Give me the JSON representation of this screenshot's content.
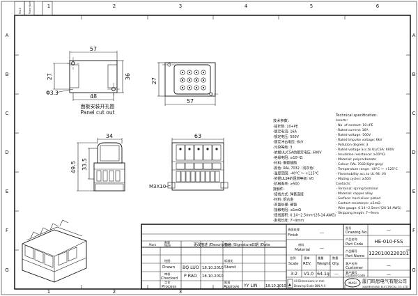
{
  "frame": {
    "grid_cols": [
      "1",
      "2",
      "3",
      "4",
      "5",
      "6"
    ],
    "grid_rows": [
      "A",
      "B",
      "C",
      "D",
      "E",
      "F",
      "G"
    ],
    "corner_tab_1": "Mark",
    "corner_tab_2": "Place Num"
  },
  "panel_cutout": {
    "dim_width": "57",
    "dim_height": "36",
    "dim_inner_height": "27",
    "dim_inner_width": "48",
    "dim_hole": "Φ3.3",
    "caption_cn": "面板安装开孔图",
    "caption_en": "Panel cut out"
  },
  "front_view": {
    "dim_width": "57",
    "dim_depth": "27"
  },
  "side_view": {
    "dim_width": "34",
    "dim_height_a": "33.5",
    "dim_height_b": "49.5"
  },
  "rear_view": {
    "dim_width": "63",
    "dim_screw": "M3X10"
  },
  "spec_cn": {
    "heading": "技术参数：",
    "lines": [
      "·插针数: 10+PE",
      "·额定电流: 16A",
      "·额定电压: 500V",
      "·额定冲击电压: 6kV",
      "·污染等级: 3",
      "·依据UL/CSA的额定电压: 600V",
      "·绝缘电阻: ≥10¹⁰Ω",
      "·材料: 聚碳酸酯",
      "·颜色: RAL 7032（浅灰色）",
      "·温度范围: -40°C ～ +125°C",
      "·依据UL94的阻燃等级: V0",
      "·机械寿命: ≥500",
      "接触件：",
      "·接线方式: 弹簧连接",
      "·材料: 铜合金",
      "·表面处理: 硬银",
      "·接触电阻: ≤1mΩ",
      "·接线面积: 0.14~2.5mm²(26-14 AWG)",
      "·剥线长度: 7~9mm"
    ]
  },
  "spec_en": {
    "heading": "Technical specification:",
    "lines": [
      "Inserts:",
      "- No. of contact: 10+PE",
      "- Rated current: 16A",
      "- Rated voltage: 500V",
      "- Rated impulse voltage: 6kV",
      "- Pollution degree: 3",
      "- Rated voltage acc.to UL/CSA: 600V",
      "- Insulation resistance: ≥10¹⁰Ω",
      "- Material: polycarbonate",
      "- Colour: RAL 7032(light grey)",
      "- Temperature range: -40°C ～ +125°C",
      "- Flammability acc.to UL 94: V0",
      "- Mating cycles: ≥500",
      "Contacts:",
      "- Terminal: spring terminal",
      "- Material: copper alloy",
      "- Surface: hard-silver plated",
      "- Contact resistance: ≤1mΩ",
      "- Wire gauge: 0.14~2.5mm²(26-14 AWG)",
      "- Stripping length: 7~9mm"
    ]
  },
  "title_block": {
    "mark_label": "Mark",
    "num_label_cn": "数量",
    "num_label": "Num",
    "change_label_cn": "更改描述",
    "change_label": "/Description",
    "sign_label_cn": "签名",
    "sign_label": "/Signature",
    "date_label_cn": "日期",
    "date_label": "/Date",
    "drawn_cn": "绘图",
    "drawn": "Drawn",
    "drawn_name": "BQ  LUO",
    "drawn_date": "18.10.2010",
    "checked_cn": "审核",
    "checked": "Checked",
    "checked_name": "P  RAO",
    "checked_date": "18.10.2010",
    "process_cn": "工艺",
    "process": "Process",
    "stand_cn": "标准化",
    "stand": "Stand",
    "approve_cn": "批准",
    "approve": "Approve",
    "approve_name": "YY  LIN",
    "approve_date": "18.10.2010",
    "finish_cn": "表面处理",
    "finish": "Finish",
    "finish_value": "—",
    "material_cn": "材料",
    "material": "Material",
    "material_value": "—",
    "scale_cn": "比例",
    "scale": "Scale",
    "scale_value": "3:2",
    "rev_cn": "版本",
    "rev": "REV.",
    "rev_value": "V1.0",
    "weight_cn": "重量",
    "weight": "Weight",
    "weight_value": "64.1g",
    "qty_cn": "数量",
    "qty": "Qty.",
    "qty_value": "—",
    "drawing_no_cn": "图号",
    "drawing_no": "Drawing No.",
    "drawing_no_value": "—",
    "product_name_cn": "产品名称",
    "part_code": "Part Code",
    "part_code_value": "HE-010-FSS",
    "product_code_cn": "产品编号",
    "part_name": "Part Name",
    "part_name_value": "1220100220201",
    "client_cn": "客户名称",
    "customer": "Customer",
    "customer_value": "—",
    "client_code_cn": "客户编号",
    "client_code": "Custom Code",
    "client_code_value": "—",
    "units_note_1": "All Dimensions in mm",
    "units_note_2": "Drawing Scale DIN A 4",
    "company_cn": "厦门鸣思电气有限公司",
    "company_en": "XIAMEN MASI ELECTRICAL CO.,LTD",
    "logo_text": "MASI"
  }
}
